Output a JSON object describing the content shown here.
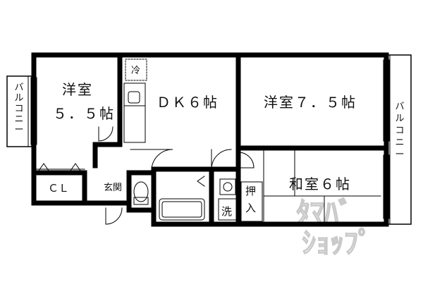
{
  "rooms": {
    "western_room_left": {
      "name": "洋室",
      "size": "５．５帖"
    },
    "dk": "ＤＫ６帖",
    "western_room_right": "洋室７．５帖",
    "japanese_room": "和室６帖",
    "closet": "ＣＬ",
    "entrance": "玄関",
    "oshiire_top": "押",
    "oshiire_bottom": "入",
    "fridge": "冷",
    "washer": "洗"
  },
  "balconies": {
    "left": "バルコニー",
    "right": "バルコニー"
  },
  "watermark": {
    "line1": "ﾀﾏﾊﾞ",
    "line2": "ｼｮｯﾌﾟ"
  }
}
